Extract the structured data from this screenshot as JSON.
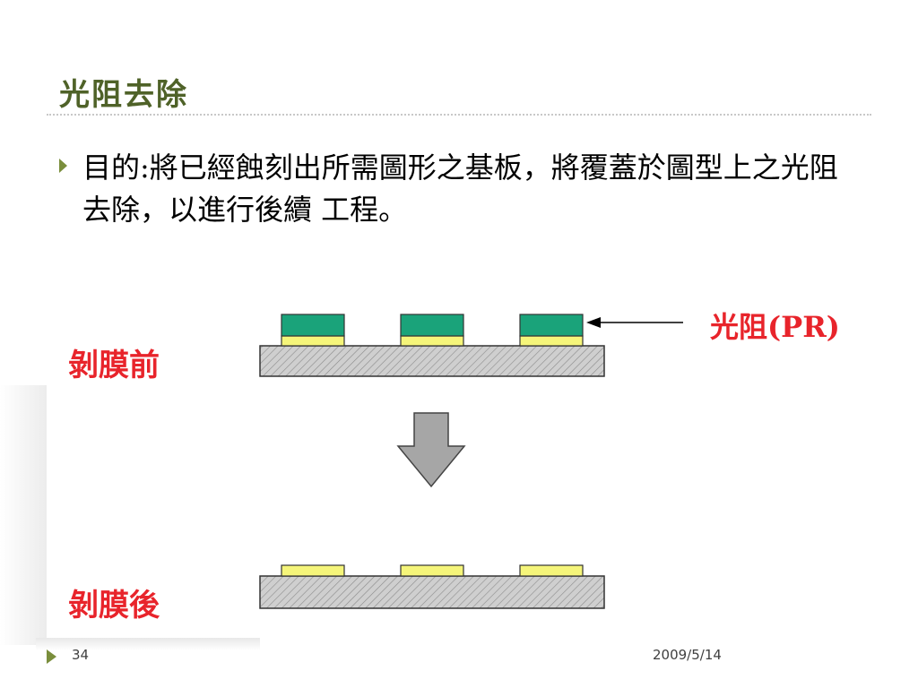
{
  "slide": {
    "title": "光阻去除",
    "bullet_lead": "目的:",
    "bullet_text": "將已經蝕刻出所需圖形之基板，將覆蓋於圖型上之光阻去除，以進行後續 工程。",
    "label_before": "剝膜前",
    "label_after": "剝膜後",
    "pr_label": "光阻(PR)",
    "page_number": "34",
    "date": "2009/5/14"
  },
  "colors": {
    "title": "#4f6228",
    "accent_red": "#e8242b",
    "photoresist": "#1aa37a",
    "film": "#f5f57a",
    "substrate": "#c8c8c8",
    "arrow_fill": "#a6a6a6"
  }
}
